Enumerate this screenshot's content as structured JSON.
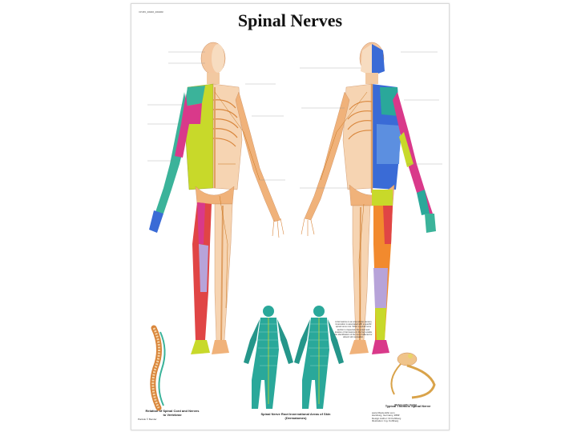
{
  "poster": {
    "code": "VP455_#####_######",
    "title": "Spinal Nerves",
    "captions": {
      "vertebrae": "Relation of Spinal Cord and Nerves\nto Vertebrae",
      "dermatomes": "Spinal Nerve Root Innervational Areas of Skin\n(Dermatomes)",
      "thoracic": "Typical Thoracic Spinal Nerve"
    },
    "paragraph": "A dermatome is an area whose sensory innervation is associated with a specific spinal nerve root. When a spinal nerve section is inspected, the extent and location of dermatome in the foot enable the identification of the root of affected or absent skin sensation.",
    "publisher": "3B Scientific GmbH",
    "credits": "www.3bscientific.com\nHamburg, Germany, ####\nDesign Author: Dr.Kuhlberg\nIllustration: Ing. Kuhlberg",
    "author": "Pankok © Bender"
  },
  "colors": {
    "paper": "#ffffff",
    "bone": "#f0b27a",
    "nerve": "#d9863c",
    "skin_teal": "#2aa89a",
    "blue": "#3a6bd6",
    "yellow_green": "#c8d92a",
    "magenta": "#d9398a",
    "red": "#e04545",
    "lilac": "#b7a3d9",
    "orange": "#f28a2e"
  }
}
